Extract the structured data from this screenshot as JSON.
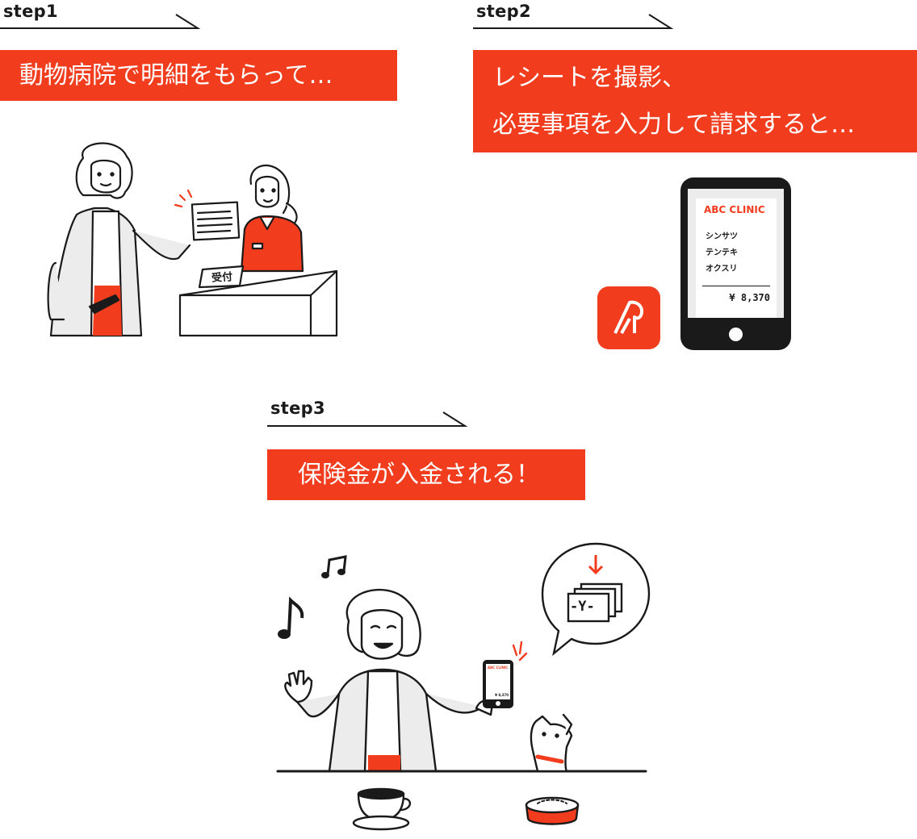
{
  "colors": {
    "accent": "#f23c1e",
    "ink": "#1a1a1a",
    "gray": "#ececec",
    "white": "#ffffff"
  },
  "steps": [
    {
      "label": "step1",
      "lines": [
        "動物病院で明細をもらって…"
      ]
    },
    {
      "label": "step2",
      "lines": [
        "レシートを撮影、",
        "必要事項を入力して請求すると…"
      ]
    },
    {
      "label": "step3",
      "lines": [
        "保険金が入金される！"
      ]
    }
  ],
  "scene1": {
    "reception_sign": "受付"
  },
  "scene2": {
    "app_icon": "dog-app-icon",
    "phone": {
      "clinic": "ABC CLINIC",
      "items": [
        "シンサツ",
        "テンテキ",
        "オクスリ"
      ],
      "total": "¥ 8,370"
    }
  },
  "scene3": {
    "deposit_icon_text": "-Y-",
    "music_icons": [
      "music-note-icon",
      "music-note-icon"
    ],
    "small_phone": {
      "clinic": "ABC CLINIC",
      "total": "¥ 8,370"
    }
  }
}
